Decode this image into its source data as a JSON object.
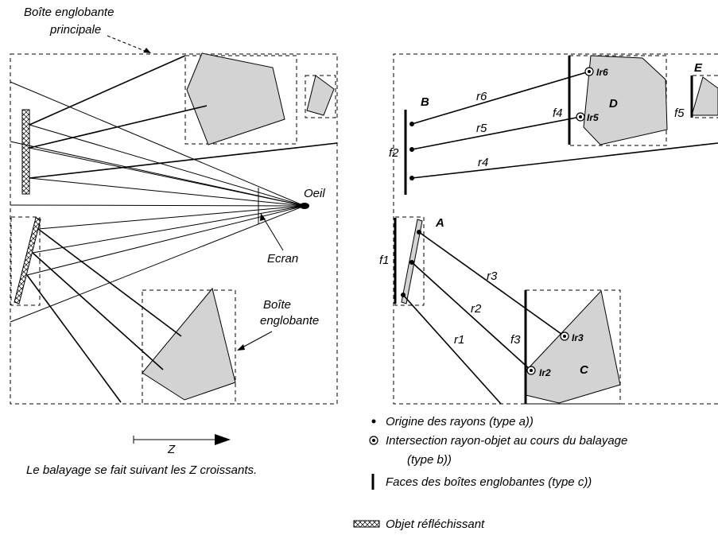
{
  "left_panel": {
    "main_box_label_line1": "Boîte englobante",
    "main_box_label_line2": "principale",
    "eye_label": "Oeil",
    "screen_label": "Ecran",
    "box_label_line1": "Boîte",
    "box_label_line2": "englobante",
    "z_axis_label": "Z",
    "caption": "Le balayage se fait suivant les Z croissants."
  },
  "right_panel": {
    "objects": [
      "A",
      "B",
      "C",
      "D",
      "E"
    ],
    "faces": [
      "f1",
      "f2",
      "f3",
      "f4",
      "f5"
    ],
    "rays": [
      "r1",
      "r2",
      "r3",
      "r4",
      "r5",
      "r6"
    ],
    "intersections": [
      "Ir2",
      "Ir3",
      "Ir5",
      "Ir6"
    ]
  },
  "legend": {
    "origin": "Origine des rayons (type a))",
    "intersection_line1": "Intersection rayon-objet au cours du balayage",
    "intersection_line2": "(type b))",
    "faces": "Faces des boîtes englobantes (type c))",
    "reflective": "Objet réfléchissant"
  },
  "colors": {
    "object_fill": "#d3d3d3",
    "line": "#000000"
  }
}
